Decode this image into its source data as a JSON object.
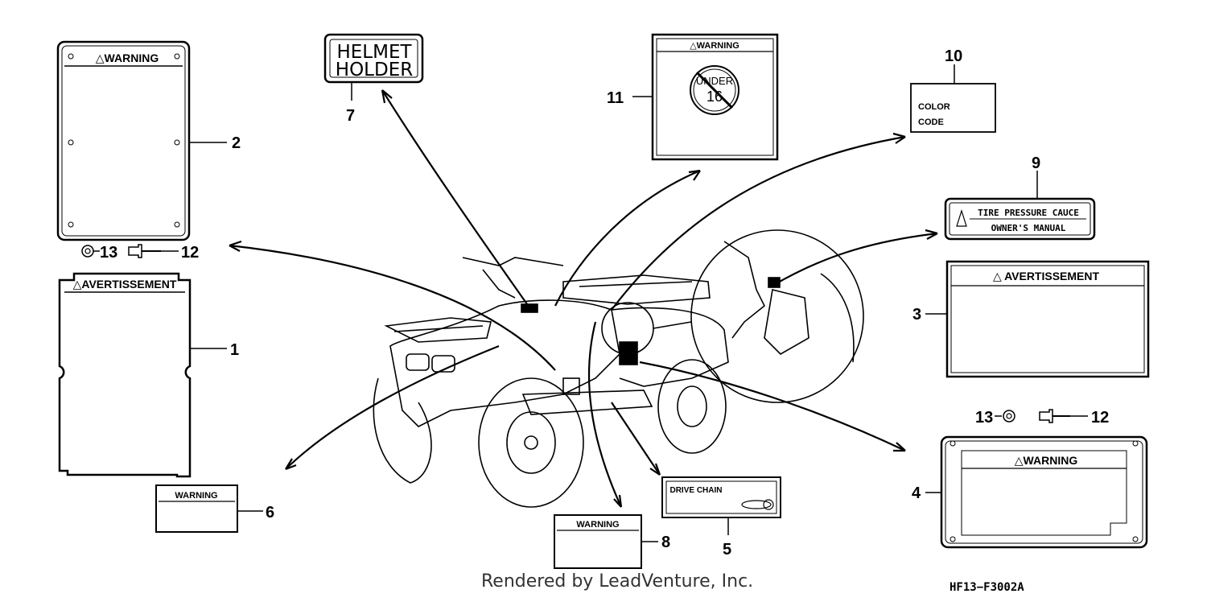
{
  "labels": {
    "warning_1": "△WARNING",
    "warning_2": "WARNING",
    "warning_3": "WARNING",
    "warning_4": "△WARNING",
    "warning_5": "△WARNING",
    "avertissement_1": "△AVERTISSEMENT",
    "avertissement_2": "△ AVERTISSEMENT",
    "helmet_line1": "HELMET",
    "helmet_line2": "HOLDER",
    "under": "UNDER",
    "age": "16",
    "color": "COLOR",
    "code": "CODE",
    "tire_line1": "TIRE PRESSURE CAUCE",
    "tire_line2": "OWNER'S MANUAL",
    "drive_chain": "DRIVE CHAIN"
  },
  "callouts": {
    "c1": "1",
    "c2": "2",
    "c3": "3",
    "c4": "4",
    "c5": "5",
    "c6": "6",
    "c7": "7",
    "c8": "8",
    "c9": "9",
    "c10": "10",
    "c11": "11",
    "c12a": "12",
    "c12b": "12",
    "c13a": "13",
    "c13b": "13"
  },
  "footer": {
    "credit": "Rendered by LeadVenture, Inc.",
    "diagram_code": "HF13−F3002A"
  },
  "colors": {
    "line": "#000000",
    "background": "#ffffff"
  }
}
